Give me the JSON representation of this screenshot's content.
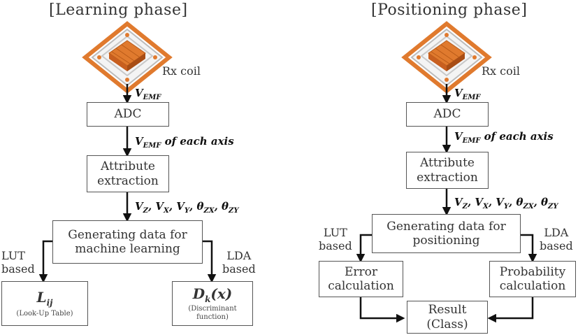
{
  "learning": {
    "title": "[Learning phase]",
    "coil_label": "Rx coil",
    "v_emf_base": "V",
    "v_emf_sub": "EMF",
    "adc": "ADC",
    "v_emf_axis_suffix": "of each axis",
    "attr_line1": "Attribute",
    "attr_line2": "extraction",
    "params": [
      "Z",
      "X",
      "Y",
      "ZX",
      "ZY"
    ],
    "gen_line1": "Generating data for",
    "gen_line2": "machine learning",
    "lut_line1": "LUT",
    "lut_line2": "based",
    "lda_line1": "LDA",
    "lda_line2": "based",
    "lij_base": "L",
    "lij_sub": "ij",
    "lij_caption": "(Look-Up Table)",
    "dk_text_base": "D",
    "dk_sub": "k",
    "dk_arg": "(x)",
    "dk_caption_line1": "(Discriminant",
    "dk_caption_line2": "function)"
  },
  "positioning": {
    "title": "[Positioning phase]",
    "coil_label": "Rx coil",
    "adc": "ADC",
    "attr_line1": "Attribute",
    "attr_line2": "extraction",
    "gen_line1": "Generating data for",
    "gen_line2": "positioning",
    "lut_line1": "LUT",
    "lut_line2": "based",
    "lda_line1": "LDA",
    "lda_line2": "based",
    "error_line1": "Error",
    "error_line2": "calculation",
    "prob_line1": "Probability",
    "prob_line2": "calculation",
    "result_line1": "Result",
    "result_line2": "(Class)"
  },
  "colors": {
    "coil_orange": "#e07a2e",
    "box_border": "#555555",
    "arrow": "#111111"
  },
  "icons": [
    "rx-coil-icon"
  ]
}
